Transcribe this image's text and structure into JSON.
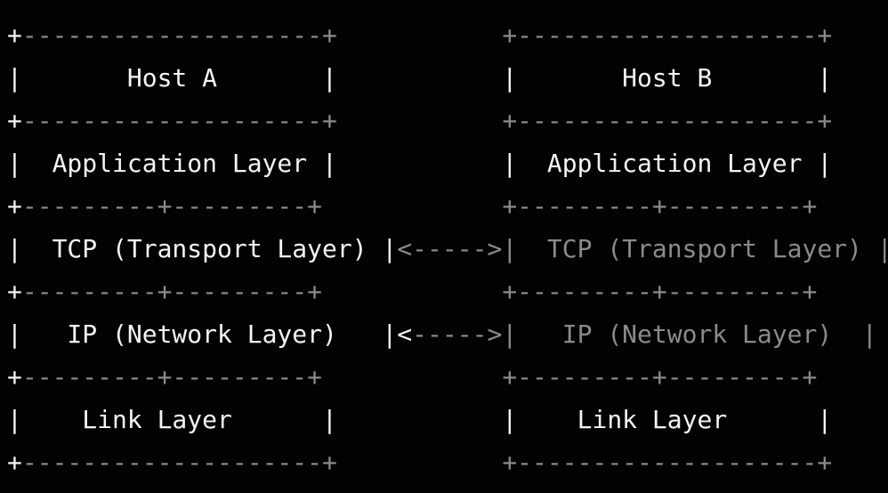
{
  "meta": {
    "background_color": "#020202",
    "bright_text_color": "#f4f4f4",
    "dim_text_color": "#8a8a8a"
  },
  "diagram": {
    "hosts": [
      {
        "title": "Host A",
        "layers": [
          "Application Layer",
          "TCP (Transport Layer)",
          "IP (Network Layer)",
          "Link Layer"
        ]
      },
      {
        "title": "Host B",
        "layers": [
          "Application Layer",
          "TCP (Transport Layer)",
          "IP (Network Layer)",
          "Link Layer"
        ]
      }
    ],
    "connections": [
      {
        "from_host": "Host A",
        "to_host": "Host B",
        "layer": "TCP (Transport Layer)",
        "glyph": "|<----->|"
      },
      {
        "from_host": "Host A",
        "to_host": "Host B",
        "layer": "IP (Network Layer)",
        "glyph": "|<----->|"
      }
    ]
  },
  "ascii": {
    "lines": [
      {
        "name": "hosts-top-border",
        "segments": [
          [
            "bright",
            "+"
          ],
          [
            "dim",
            "--------------------+"
          ],
          [
            "plain",
            "           "
          ],
          [
            "dim",
            "+--------------------+"
          ]
        ]
      },
      {
        "name": "host-titles-row",
        "segments": [
          [
            "bright",
            "|       Host A       |"
          ],
          [
            "plain",
            "           "
          ],
          [
            "bright",
            "|       Host B       |"
          ]
        ]
      },
      {
        "name": "titles-bottom-border",
        "segments": [
          [
            "bright",
            "+"
          ],
          [
            "dim",
            "--------------------+"
          ],
          [
            "plain",
            "           "
          ],
          [
            "dim",
            "+--------------------+"
          ]
        ]
      },
      {
        "name": "application-layer-row",
        "segments": [
          [
            "bright",
            "|  Application Layer |"
          ],
          [
            "plain",
            "           "
          ],
          [
            "bright",
            "|  Application Layer |"
          ]
        ]
      },
      {
        "name": "app-transport-separator",
        "segments": [
          [
            "bright",
            "+"
          ],
          [
            "dim",
            "---------+---------+"
          ],
          [
            "plain",
            "            "
          ],
          [
            "dim",
            "+---------+---------+"
          ]
        ]
      },
      {
        "name": "tcp-layer-row",
        "segments": [
          [
            "bright",
            "|  TCP (Transport Layer) |"
          ],
          [
            "dim",
            "<----->"
          ],
          [
            "dim",
            "|  TCP (Transport Layer) |"
          ]
        ]
      },
      {
        "name": "transport-network-separator",
        "segments": [
          [
            "bright",
            "+"
          ],
          [
            "dim",
            "---------+---------+"
          ],
          [
            "plain",
            "            "
          ],
          [
            "dim",
            "+---------+---------+"
          ]
        ]
      },
      {
        "name": "ip-layer-row",
        "segments": [
          [
            "bright",
            "|   IP (Network Layer)   |<"
          ],
          [
            "dim",
            "----->"
          ],
          [
            "dim",
            "|   IP (Network Layer)  |"
          ]
        ]
      },
      {
        "name": "network-link-separator",
        "segments": [
          [
            "bright",
            "+"
          ],
          [
            "dim",
            "---------+---------+"
          ],
          [
            "plain",
            "            "
          ],
          [
            "dim",
            "+---------+---------+"
          ]
        ]
      },
      {
        "name": "link-layer-row",
        "segments": [
          [
            "bright",
            "|    Link Layer      |"
          ],
          [
            "plain",
            "           "
          ],
          [
            "bright",
            "|    Link Layer      |"
          ]
        ]
      },
      {
        "name": "hosts-bottom-border",
        "segments": [
          [
            "bright",
            "+"
          ],
          [
            "dim",
            "--------------------+"
          ],
          [
            "plain",
            "           "
          ],
          [
            "dim",
            "+--------------------+"
          ]
        ]
      }
    ]
  }
}
